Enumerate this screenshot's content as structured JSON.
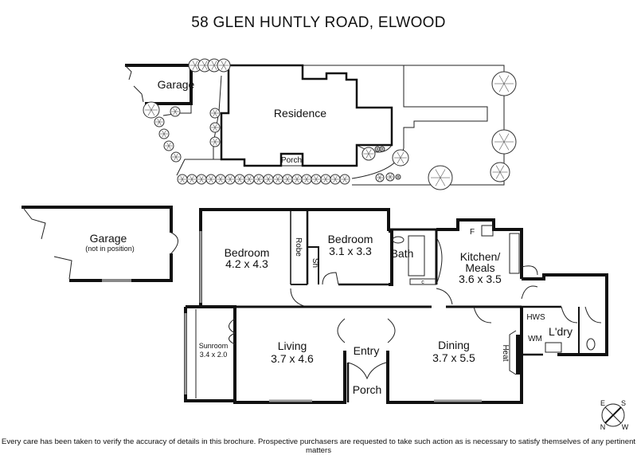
{
  "title": "58 GLEN HUNTLY ROAD, ELWOOD",
  "site_plan": {
    "garage": "Garage",
    "residence": "Residence",
    "porch": "Porch"
  },
  "floor_plan": {
    "garage": {
      "name": "Garage",
      "note": "(not in position)"
    },
    "bedroom1": {
      "name": "Bedroom",
      "size": "4.2 x 4.3"
    },
    "robe": "Robe",
    "shower": "Sh",
    "bedroom2": {
      "name": "Bedroom",
      "size": "3.1 x 3.3"
    },
    "bath": "Bath",
    "cupboard": "c",
    "fridge": "F",
    "kitchen": {
      "name": "Kitchen/",
      "name2": "Meals",
      "size": "3.6 x 3.5"
    },
    "sunroom": {
      "name": "Sunroom",
      "size": "3.4 x 2.0"
    },
    "living": {
      "name": "Living",
      "size": "3.7 x 4.6"
    },
    "entry": "Entry",
    "porch": "Porch",
    "dining": {
      "name": "Dining",
      "size": "3.7 x 5.5"
    },
    "heat": "Heat",
    "hws": "HWS",
    "wm": "WM",
    "laundry": "L'dry"
  },
  "compass": {
    "e": "E",
    "s": "S",
    "n": "N",
    "w": "W"
  },
  "disclaimer": "Every care has been taken to verify the accuracy of details in this brochure. Prospective purchasers are requested to take such action as is necessary to satisfy themselves of any pertinent matters"
}
